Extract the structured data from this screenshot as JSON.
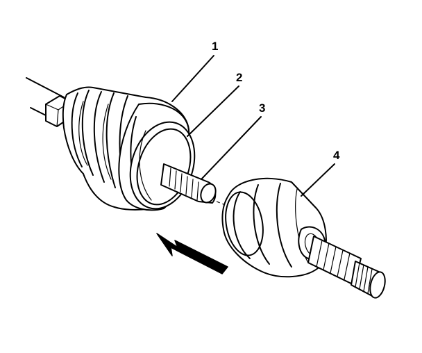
{
  "callouts": {
    "c1": "1",
    "c2": "2",
    "c3": "3",
    "c4": "4"
  },
  "parts": {
    "p1": "boot",
    "p2": "clamp-ring",
    "p3": "splined-shaft",
    "p4": "cv-joint-housing"
  },
  "colors": {
    "line": "#000000",
    "background": "#ffffff"
  },
  "icons": {
    "direction": "arrow-left-up-icon"
  }
}
